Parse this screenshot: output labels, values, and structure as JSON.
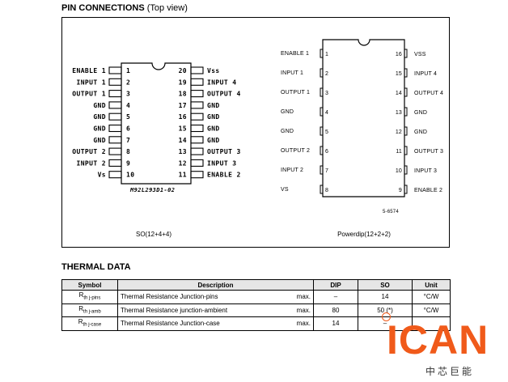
{
  "pin_section": {
    "title": "PIN CONNECTIONS",
    "subtitle": "(Top view)"
  },
  "so_package": {
    "caption": "SO(12+4+4)",
    "code": "M92L293D1-02",
    "left_pins": [
      {
        "name": "ENABLE 1",
        "num": "1"
      },
      {
        "name": "INPUT 1",
        "num": "2"
      },
      {
        "name": "OUTPUT 1",
        "num": "3"
      },
      {
        "name": "GND",
        "num": "4"
      },
      {
        "name": "GND",
        "num": "5"
      },
      {
        "name": "GND",
        "num": "6"
      },
      {
        "name": "GND",
        "num": "7"
      },
      {
        "name": "OUTPUT 2",
        "num": "8"
      },
      {
        "name": "INPUT 2",
        "num": "9"
      },
      {
        "name": "Vs",
        "num": "10"
      }
    ],
    "right_pins": [
      {
        "name": "Vss",
        "num": "20"
      },
      {
        "name": "INPUT 4",
        "num": "19"
      },
      {
        "name": "OUTPUT 4",
        "num": "18"
      },
      {
        "name": "GND",
        "num": "17"
      },
      {
        "name": "GND",
        "num": "16"
      },
      {
        "name": "GND",
        "num": "15"
      },
      {
        "name": "GND",
        "num": "14"
      },
      {
        "name": "OUTPUT 3",
        "num": "13"
      },
      {
        "name": "INPUT 3",
        "num": "12"
      },
      {
        "name": "ENABLE 2",
        "num": "11"
      }
    ]
  },
  "powerdip_package": {
    "caption": "Powerdip(12+2+2)",
    "code": "5-6574",
    "left_pins": [
      {
        "name": "ENABLE 1",
        "num": "1"
      },
      {
        "name": "INPUT 1",
        "num": "2"
      },
      {
        "name": "OUTPUT 1",
        "num": "3"
      },
      {
        "name": "GND",
        "num": "4"
      },
      {
        "name": "GND",
        "num": "5"
      },
      {
        "name": "OUTPUT 2",
        "num": "6"
      },
      {
        "name": "INPUT 2",
        "num": "7"
      },
      {
        "name": "VS",
        "num": "8"
      }
    ],
    "right_pins": [
      {
        "name": "VSS",
        "num": "16"
      },
      {
        "name": "INPUT 4",
        "num": "15"
      },
      {
        "name": "OUTPUT 4",
        "num": "14"
      },
      {
        "name": "GND",
        "num": "13"
      },
      {
        "name": "GND",
        "num": "12"
      },
      {
        "name": "OUTPUT 3",
        "num": "11"
      },
      {
        "name": "INPUT 3",
        "num": "10"
      },
      {
        "name": "ENABLE 2",
        "num": "9"
      }
    ]
  },
  "thermal": {
    "title": "THERMAL DATA",
    "headers": {
      "symbol": "Symbol",
      "description": "Description",
      "dip": "DIP",
      "so": "SO",
      "unit": "Unit"
    },
    "rows": [
      {
        "sym": "R",
        "sub": "th j-pins",
        "desc": "Thermal Resistance Junction-pins",
        "qual": "max.",
        "dip": "–",
        "so": "14",
        "unit": "°C/W"
      },
      {
        "sym": "R",
        "sub": "th j-amb",
        "desc": "Thermal Resistance junction-ambient",
        "qual": "max.",
        "dip": "80",
        "so": "50 (*)",
        "unit": "°C/W"
      },
      {
        "sym": "R",
        "sub": "th j-case",
        "desc": "Thermal Resistance Junction-case",
        "qual": "max.",
        "dip": "14",
        "so": "–",
        "unit": ""
      }
    ]
  },
  "watermark": {
    "brand": "ICAN",
    "cn": "中芯巨能",
    "color": "#f05a1a"
  }
}
